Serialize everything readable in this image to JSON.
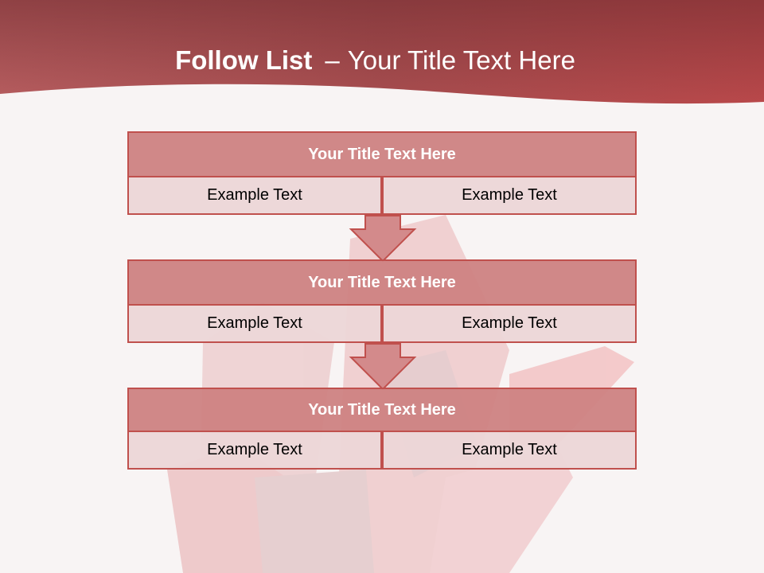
{
  "slide": {
    "title_bold": "Follow List",
    "title_dash": "–",
    "title_rest": "Your Title Text Here"
  },
  "blocks": [
    {
      "title": "Your Title Text Here",
      "cells": [
        "Example Text",
        "Example Text"
      ]
    },
    {
      "title": "Your Title Text Here",
      "cells": [
        "Example Text",
        "Example Text"
      ]
    },
    {
      "title": "Your Title Text Here",
      "cells": [
        "Example Text",
        "Example Text"
      ]
    }
  ],
  "colors": {
    "header_dark": "#7f3137",
    "header_light": "#c0504d",
    "title_fill": "#cd8282",
    "cell_fill": "#ecd6d7",
    "border": "#c0504d",
    "background": "#f8f4f4"
  }
}
